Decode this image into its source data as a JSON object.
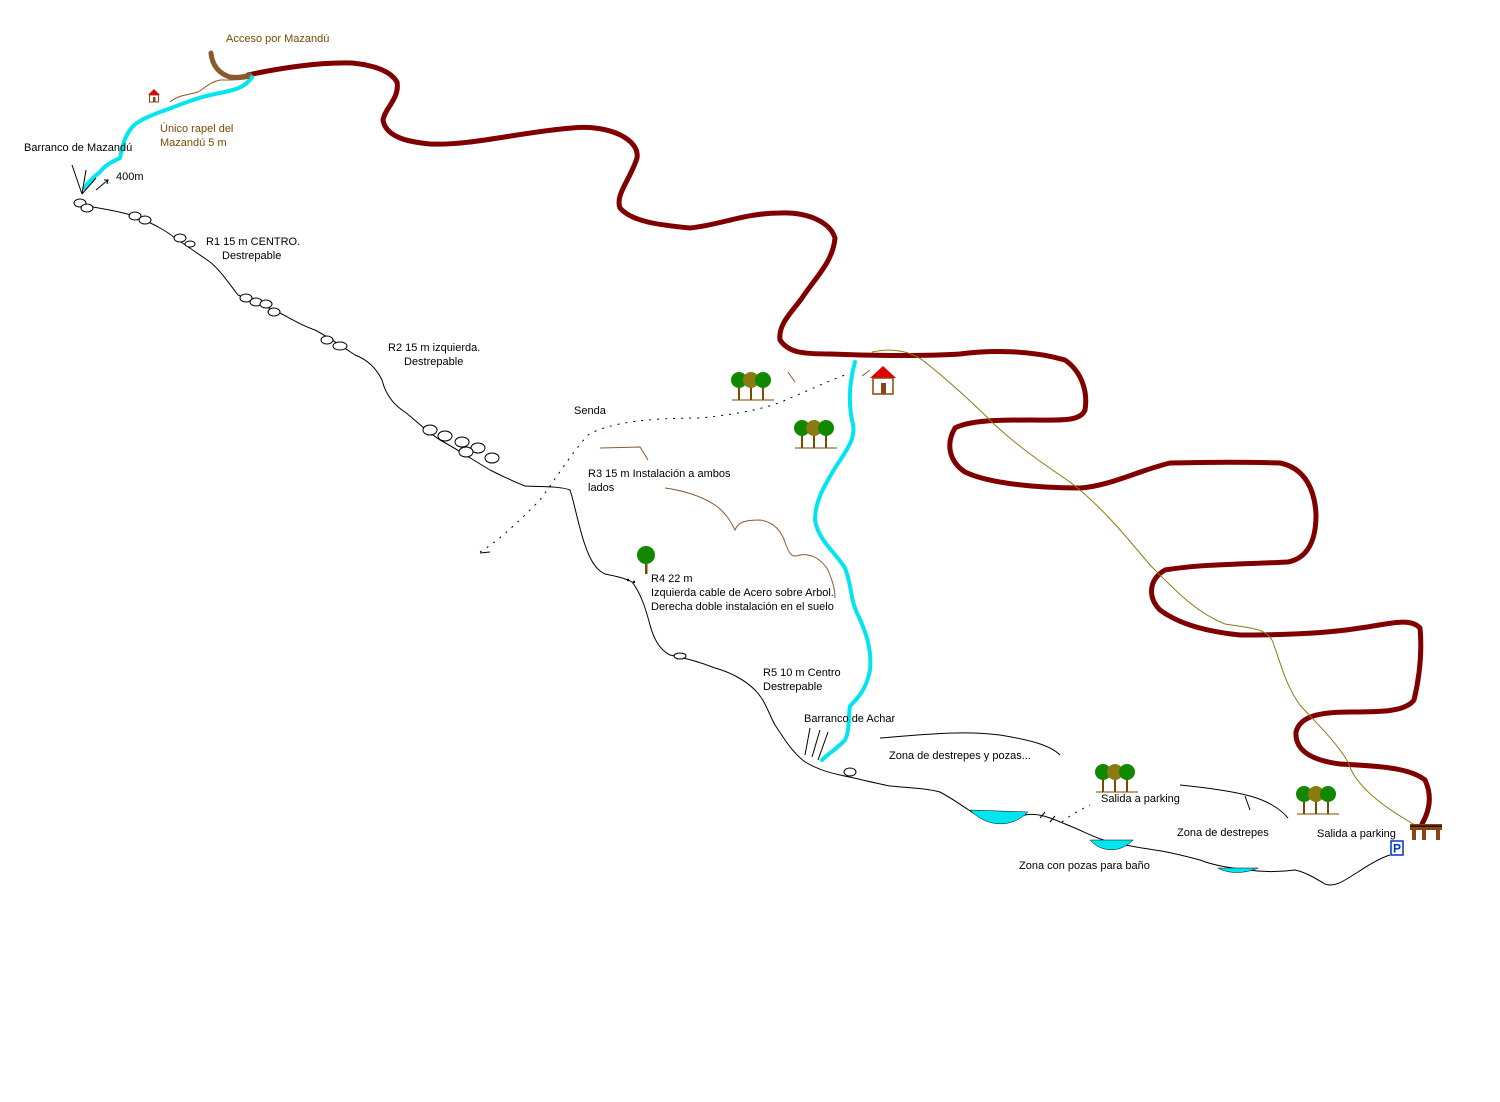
{
  "labels": {
    "acceso": "Acceso por Mazandú",
    "unico_rapel_1": "Único rapel del",
    "unico_rapel_2": "Mazandú    5 m",
    "barranco_mazandu": "Barranco de Mazandú",
    "dist_400": "400m",
    "r1_1": "R1 15 m CENTRO.",
    "r1_2": "Destrepable",
    "r2_1": "R2 15 m izquierda.",
    "r2_2": "Destrepable",
    "senda": "Senda",
    "r3_1": "R3 15 m Instalación a ambos",
    "r3_2": "lados",
    "r4_1": "R4 22 m",
    "r4_2": "Izquierda cable de Acero sobre Arbol.",
    "r4_3": "Derecha doble instalación en el suelo",
    "r5_1": "R5 10 m Centro",
    "r5_2": "Destrepable",
    "barranco_achar": "Barranco de Achar",
    "zona_destrepes_pozas": "Zona de destrepes y pozas...",
    "salida_parking_1": "Salida a parking",
    "zona_destrepes": "Zona de destrepes",
    "salida_parking_2": "Salida a parking",
    "zona_pozas": "Zona con pozas para baño",
    "parking_sign": "P"
  },
  "colors": {
    "road": "#800000",
    "water": "#00e5f0",
    "trail": "#8a7a10",
    "access_path": "#8b5a2b",
    "label_brown": "#7a4a00",
    "house_roof": "#e00000",
    "parking_blue": "#0033cc"
  },
  "icons": [
    "house-icon",
    "tree-icon",
    "tree-group-icon",
    "parking-icon",
    "bridge-icon"
  ]
}
